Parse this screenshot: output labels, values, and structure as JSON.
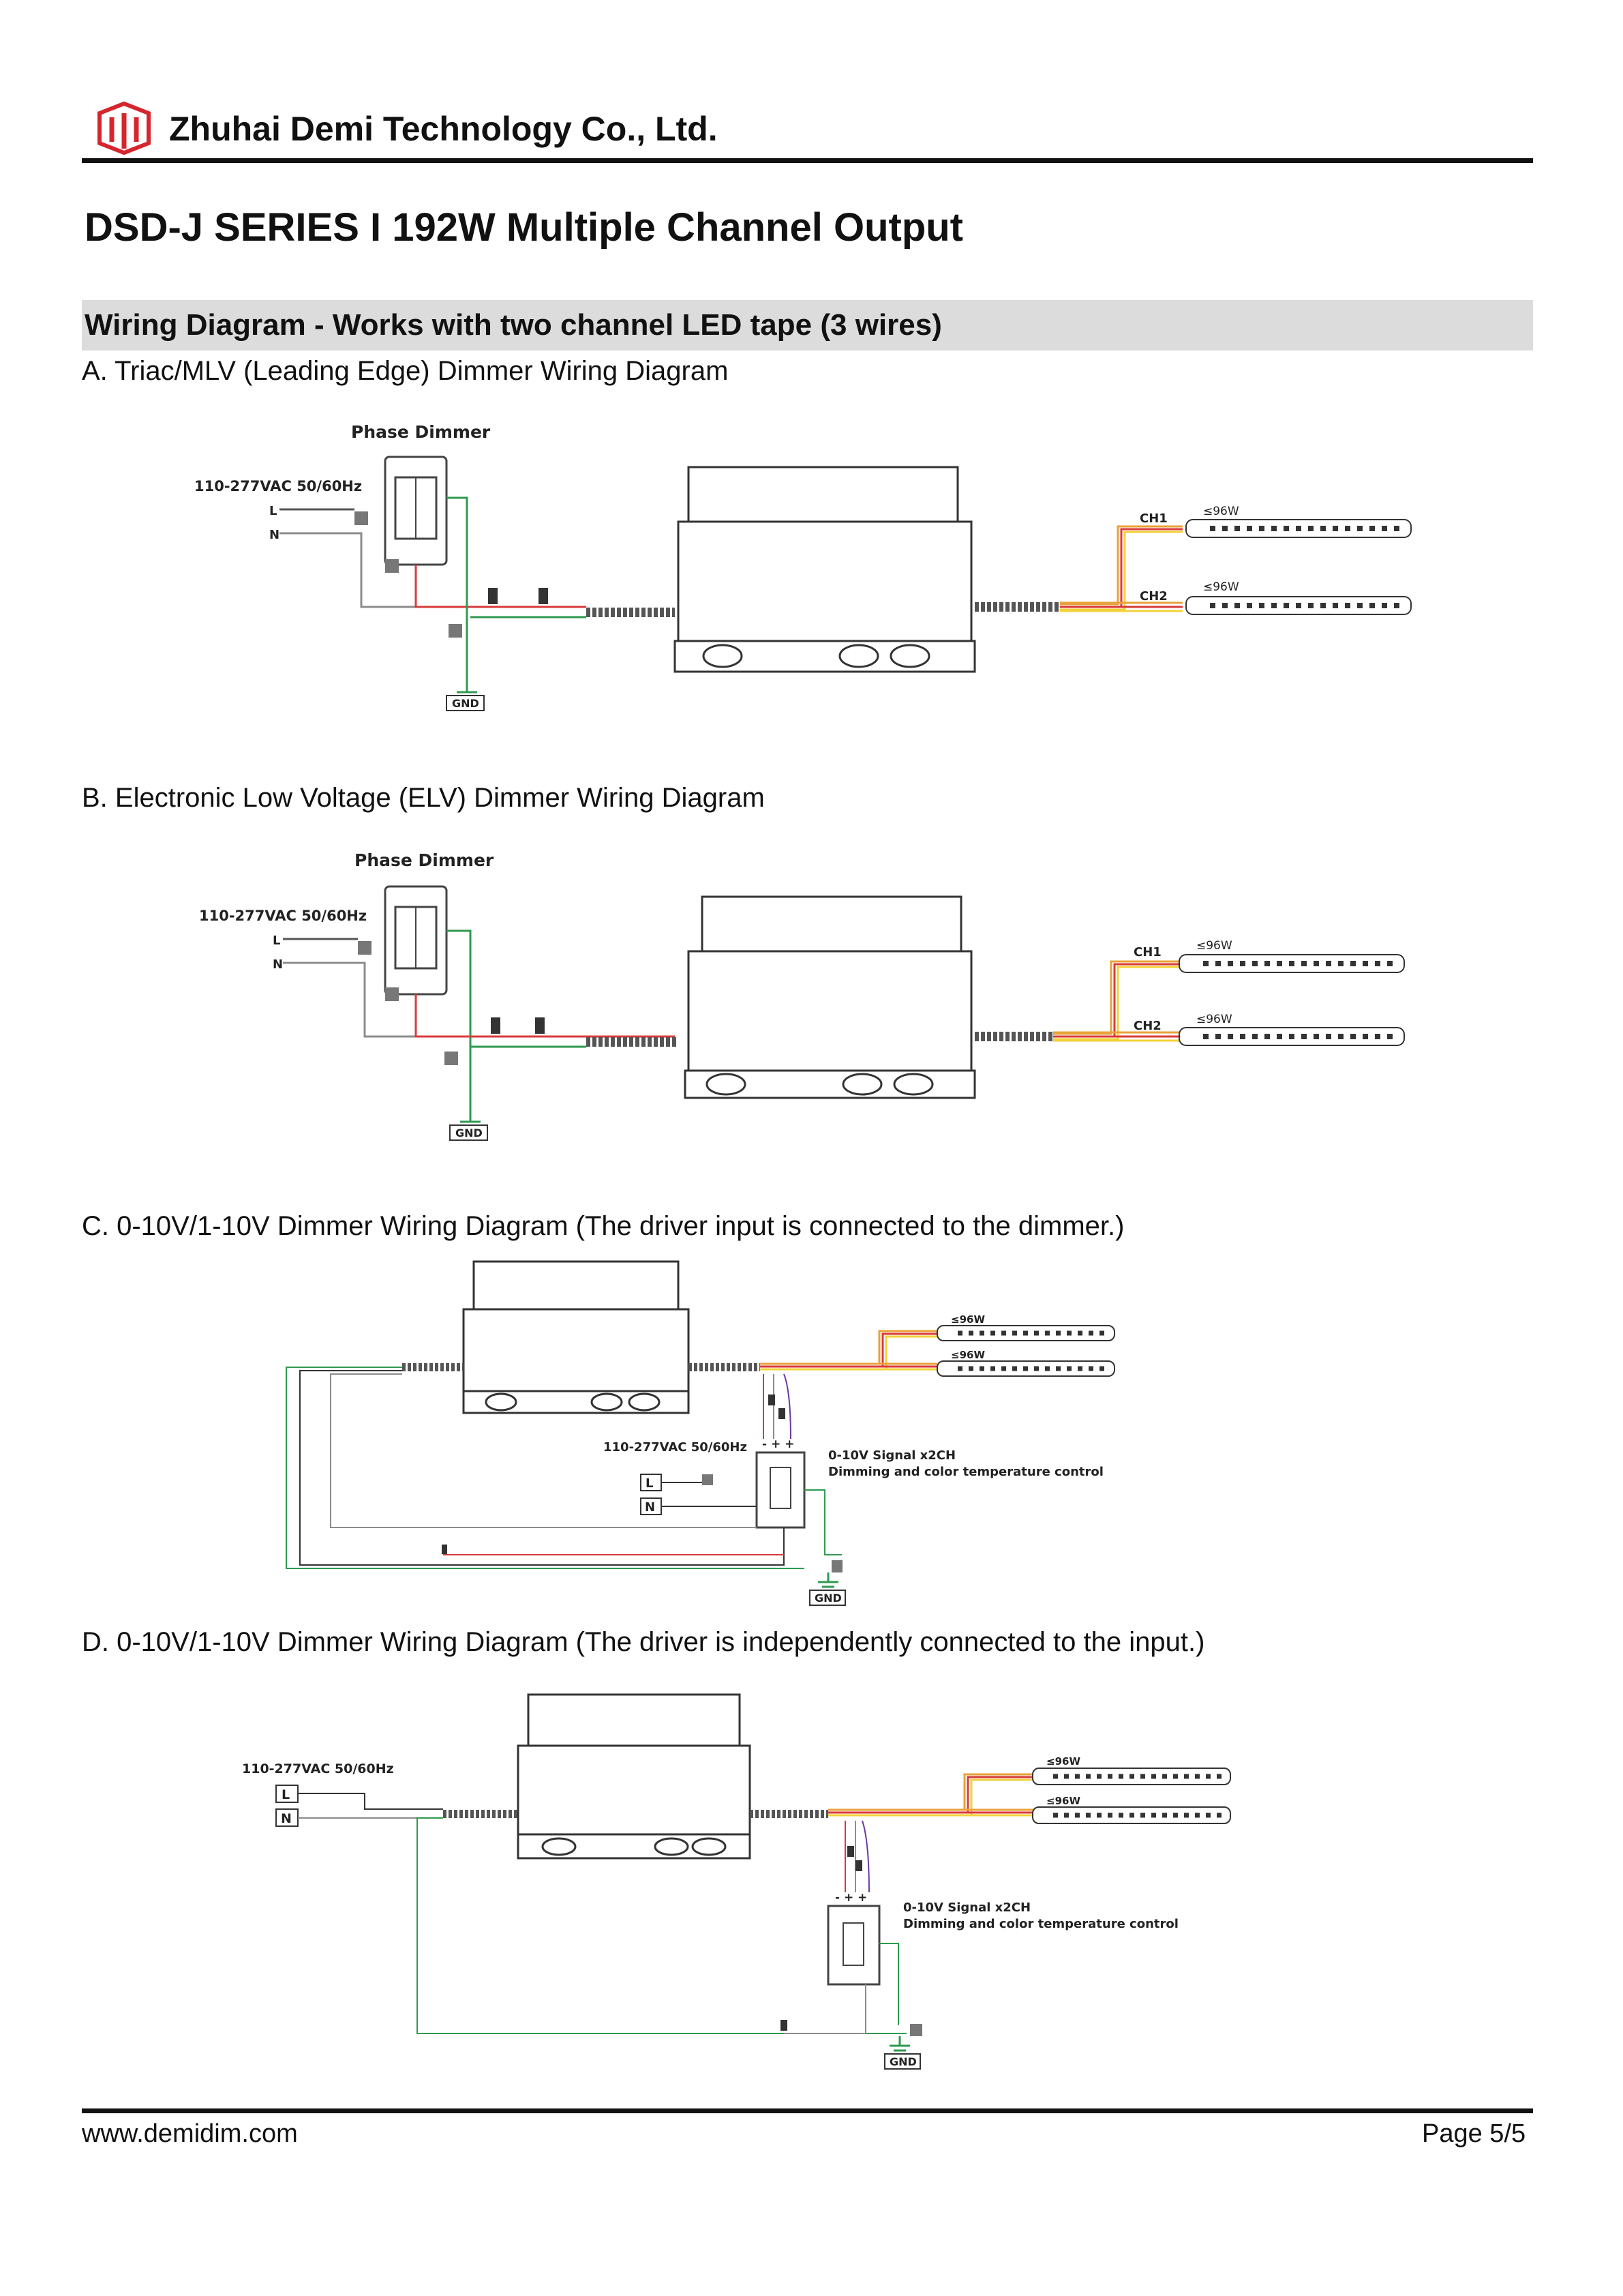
{
  "header": {
    "company": "Zhuhai Demi Technology Co., Ltd.",
    "title": "DSD-J SERIES I 192W Multiple Channel Output",
    "section": "Wiring Diagram - Works with two channel LED tape (3 wires)"
  },
  "diagrams": {
    "a": {
      "caption": "A. Triac/MLV (Leading Edge) Dimmer Wiring Diagram",
      "dimmer": "Phase Dimmer",
      "supply": "110-277VAC 50/60Hz",
      "l": "L",
      "n": "N",
      "ch1": "CH1",
      "ch2": "CH2",
      "w1": "≤96W",
      "w2": "≤96W",
      "gnd": "GND"
    },
    "b": {
      "caption": "B. Electronic Low Voltage (ELV) Dimmer Wiring Diagram",
      "dimmer": "Phase Dimmer",
      "supply": "110-277VAC 50/60Hz",
      "l": "L",
      "n": "N",
      "ch1": "CH1",
      "ch2": "CH2",
      "w1": "≤96W",
      "w2": "≤96W",
      "gnd": "GND"
    },
    "c": {
      "caption": "C. 0-10V/1-10V Dimmer Wiring Diagram (The driver input is connected to the dimmer.)",
      "supply": "110-277VAC 50/60Hz",
      "l": "L",
      "n": "N",
      "w1": "≤96W",
      "w2": "≤96W",
      "polarity": "- + +",
      "signal1": "0-10V Signal x2CH",
      "signal2": "Dimming and color temperature control",
      "gnd": "GND"
    },
    "d": {
      "caption": "D. 0-10V/1-10V Dimmer Wiring Diagram (The driver is independently connected to the input.)",
      "supply": "110-277VAC 50/60Hz",
      "l": "L",
      "n": "N",
      "w1": "≤96W",
      "w2": "≤96W",
      "polarity": "- + +",
      "signal1": "0-10V Signal x2CH",
      "signal2": "Dimming and color temperature control",
      "gnd": "GND"
    }
  },
  "footer": {
    "website": "www.demidim.com",
    "page": "Page 5/5"
  },
  "colors": {
    "logo": "#d6262d",
    "header_bar": "#dcdcdc",
    "wire_red": "#d93a3a",
    "wire_green": "#2e9a4e",
    "wire_gray": "#8c8c8c",
    "wire_orange": "#e8a23a",
    "wire_yellow": "#f2d23a"
  }
}
